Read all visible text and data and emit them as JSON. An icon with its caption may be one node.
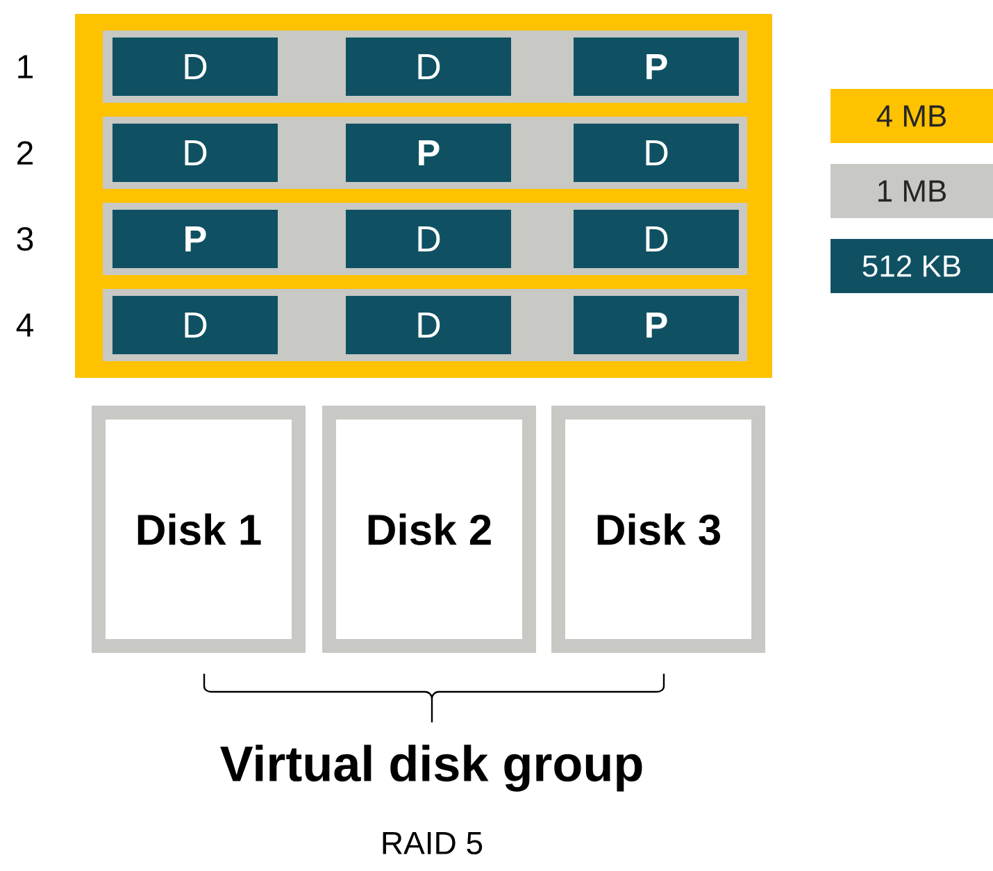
{
  "diagram": {
    "nodes": [
      {
        "text": [],
        "shape": "box"
      },
      {
        "text": [],
        "shape": "box",
        "in": 0,
        "beside": [
          "1"
        ]
      },
      {
        "text": [],
        "shape": "box",
        "in": 0,
        "beside": [
          "2"
        ]
      },
      {
        "text": [],
        "shape": "box",
        "in": 0,
        "beside": [
          "3"
        ]
      },
      {
        "text": [],
        "shape": "box",
        "in": 0,
        "beside": [
          "4"
        ]
      },
      {
        "text": [
          "D"
        ],
        "in": 1
      },
      {
        "text": [
          "D"
        ],
        "in": 1
      },
      {
        "text": [
          "P"
        ],
        "in": 1
      },
      {
        "text": [
          "D"
        ],
        "in": 2
      },
      {
        "text": [
          "P"
        ],
        "in": 2
      },
      {
        "text": [
          "D"
        ],
        "in": 2
      },
      {
        "text": [
          "P"
        ],
        "in": 3
      },
      {
        "text": [
          "D"
        ],
        "in": 3
      },
      {
        "text": [
          "D"
        ],
        "in": 3
      },
      {
        "text": [
          "D"
        ],
        "in": 4
      },
      {
        "text": [
          "D"
        ],
        "in": 4
      },
      {
        "text": [
          "P"
        ],
        "in": 4
      },
      {
        "text": [
          "Disk 1"
        ]
      },
      {
        "text": [
          "Disk 2"
        ]
      },
      {
        "text": [
          "Disk 3"
        ]
      }
    ],
    "edges": [],
    "labels": [
      "Virtual disk group",
      "RAID 5"
    ],
    "legend": [
      {
        "text": "4 MB",
        "color": "#fec200"
      },
      {
        "text": "1 MB",
        "color": "#c8c8c4"
      },
      {
        "text": "512 KB",
        "color": "#0f5163"
      }
    ]
  }
}
